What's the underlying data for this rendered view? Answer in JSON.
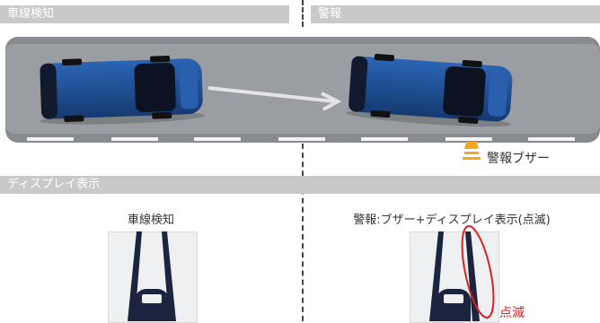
{
  "sections": {
    "detection": "車線検知",
    "warning": "警報",
    "display": "ディスプレイ表示"
  },
  "buzzer": {
    "label": "警報ブザー",
    "icon": "buzzer-icon"
  },
  "captions": {
    "left": "車線検知",
    "right": "警報:ブザー+ディスプレイ表示(点滅)"
  },
  "blink": {
    "label": "点滅",
    "color": "#e0201b"
  },
  "colors": {
    "car": "#1f4f93",
    "road": "#8f9296",
    "lane": "#f2f2f2",
    "buzzer": "#f5a623",
    "header": "#c9c9c9"
  },
  "icons": [
    "car-icon",
    "arrow-icon",
    "buzzer-icon"
  ]
}
